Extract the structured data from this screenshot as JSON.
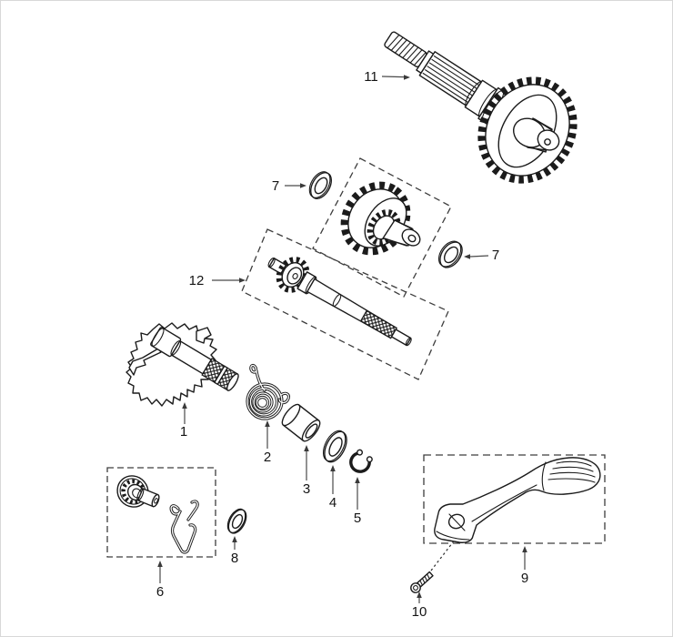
{
  "figure": {
    "kind": "exploded-parts-diagram",
    "background": "#ffffff",
    "line_color": "#1b1b1b",
    "box_dash_color": "#3d3d3d",
    "leader_color": "#4a4a4a",
    "label_color": "#141414",
    "callouts": {
      "c1": {
        "text": "1"
      },
      "c2": {
        "text": "2"
      },
      "c3": {
        "text": "3"
      },
      "c4": {
        "text": "4"
      },
      "c5": {
        "text": "5"
      },
      "c6": {
        "text": "6"
      },
      "c7a": {
        "text": "7"
      },
      "c7b": {
        "text": "7"
      },
      "c8": {
        "text": "8"
      },
      "c9": {
        "text": "9"
      },
      "c10": {
        "text": "10"
      },
      "c11": {
        "text": "11"
      },
      "c12": {
        "text": "12"
      }
    }
  }
}
